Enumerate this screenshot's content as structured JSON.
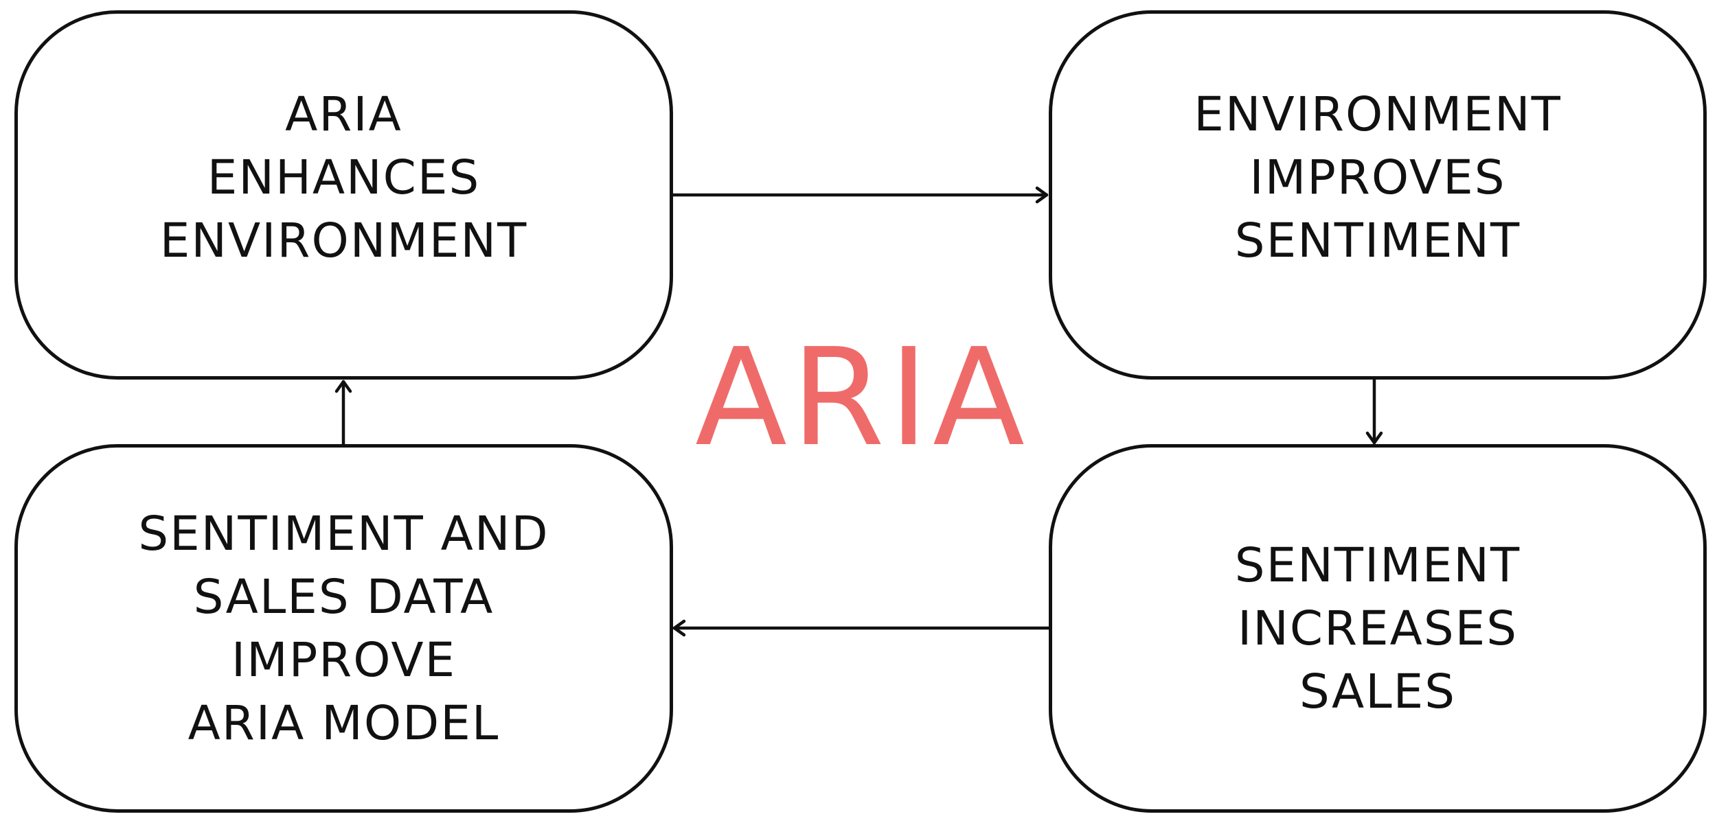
{
  "center_title": "ARIA",
  "colors": {
    "title": "#ef6b69",
    "stroke": "#111111",
    "background": "#ffffff"
  },
  "boxes": {
    "top_left": {
      "lines": [
        "ARIA",
        "ENHANCES",
        "ENVIRONMENT"
      ]
    },
    "top_right": {
      "lines": [
        "ENVIRONMENT",
        "IMPROVES",
        "SENTIMENT"
      ]
    },
    "bottom_right": {
      "lines": [
        "SENTIMENT",
        "INCREASES",
        "SALES"
      ]
    },
    "bottom_left": {
      "lines": [
        "SENTIMENT AND",
        "SALES DATA",
        "IMPROVE",
        "ARIA MODEL"
      ]
    }
  },
  "flow": [
    {
      "from": "top_left",
      "to": "top_right"
    },
    {
      "from": "top_right",
      "to": "bottom_right"
    },
    {
      "from": "bottom_right",
      "to": "bottom_left"
    },
    {
      "from": "bottom_left",
      "to": "top_left"
    }
  ]
}
